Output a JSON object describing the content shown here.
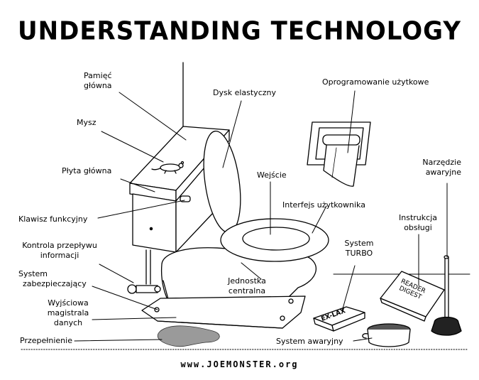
{
  "title": "UNDERSTANDING TECHNOLOGY",
  "labels": {
    "main_memory": [
      "Pamięć",
      "główna"
    ],
    "mouse": "Mysz",
    "motherboard": "Płyta główna",
    "function_key": "Klawisz funkcyjny",
    "flow_control": [
      "Kontrola przepływu",
      "informacji"
    ],
    "security_system": [
      "System",
      "zabezpieczający"
    ],
    "input_bus": [
      "Wyjściowa",
      "magistrala",
      "danych"
    ],
    "overflow": "Przepełnienie",
    "floppy_disk": "Dysk elastyczny",
    "input": "Wejście",
    "cpu": [
      "Jednostka",
      "centralna"
    ],
    "application_software": "Oprogramowanie użytkowe",
    "user_interface": "Interfejs użytkownika",
    "manual": [
      "Instrukcja",
      "obsługi"
    ],
    "turbo_system": [
      "System",
      "TURBO"
    ],
    "emergency_tool": [
      "Narzędzie",
      "awaryjne"
    ],
    "emergency_system": "System awaryjny"
  },
  "object_text": {
    "laxative_box": "EX-LAX",
    "magazine": [
      "READER",
      "DIGEST"
    ]
  },
  "footer": "www.JOEMONSTER.org"
}
